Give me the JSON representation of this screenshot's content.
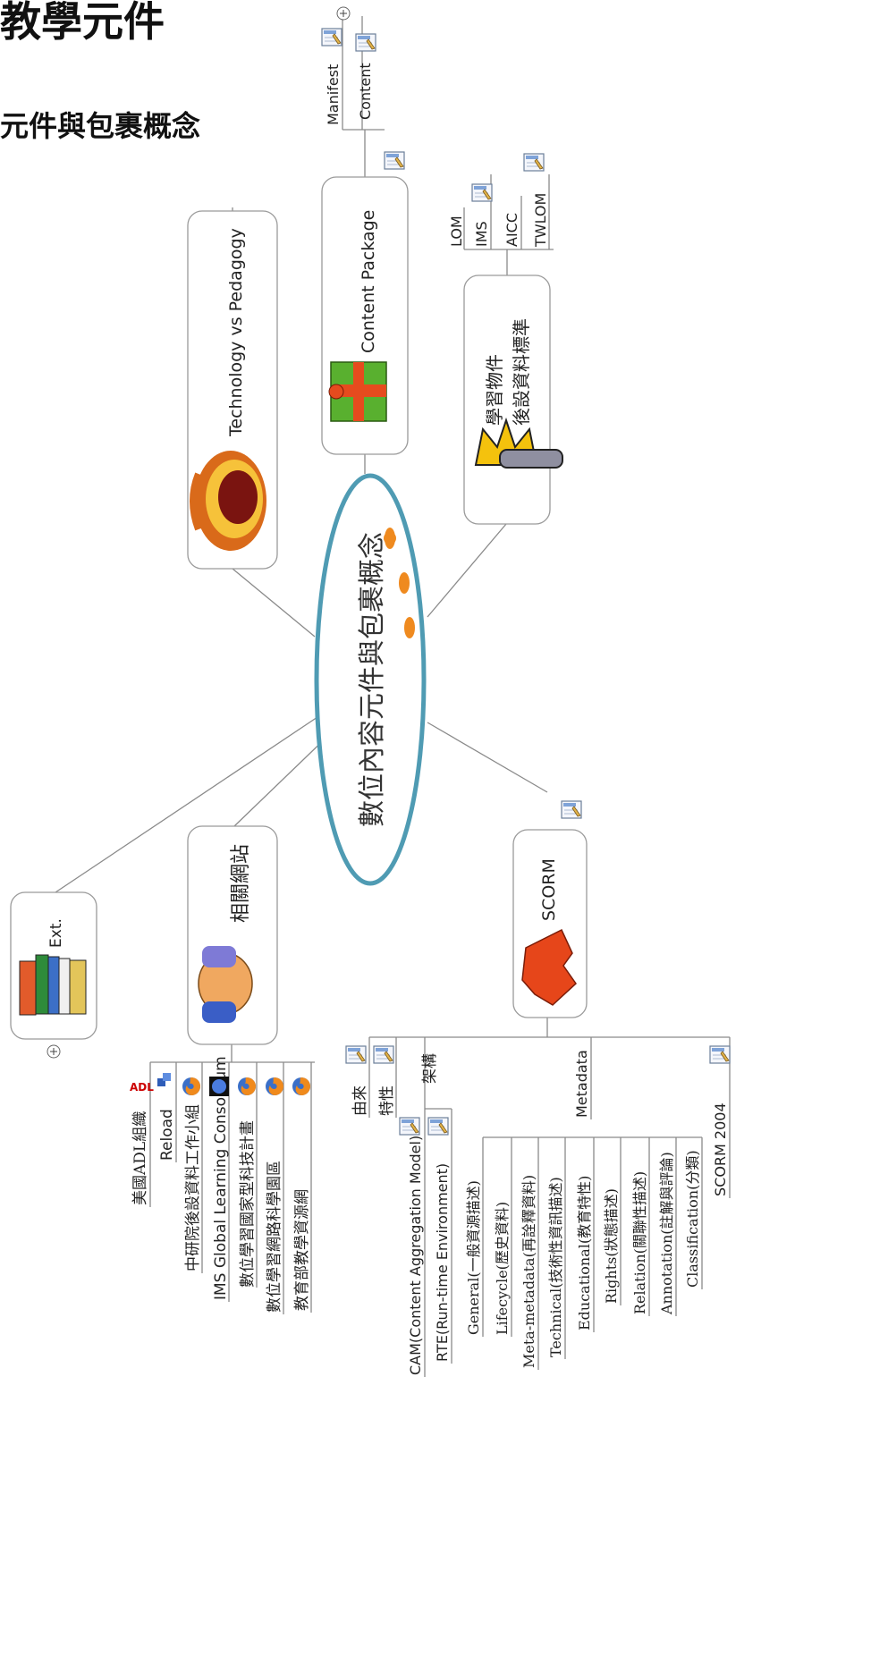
{
  "title": {
    "line1": "數位內容元件與包裹概念",
    "line2": "數位內容元件與包裹概念",
    "visible1": "教學元件",
    "visible2": "元件與包裹概念"
  },
  "center": "數位內容元件與包裹概念",
  "branches": {
    "tech_vs_pedagogy": "Technology vs Pedagogy",
    "content_package": "Content Package",
    "manifest": "Manifest",
    "content": "Content",
    "learning_object_metadata_line1": "學習物件",
    "learning_object_metadata_line2": "後設資料標準",
    "lom": "LOM",
    "ims": "IMS",
    "aicc": "AICC",
    "twlom": "TWLOM",
    "scorm": "SCORM",
    "related_sites": "相關網站",
    "ext": "Ext."
  },
  "related_sites": [
    "美國ADL組織",
    "Reload",
    "中研院後設資料工作小組",
    "IMS Global Learning Consortium",
    "數位學習國家型科技計畫",
    "數位學習網路科學園區",
    "教育部教學資源網"
  ],
  "scorm": {
    "origin": "由來",
    "features": "特性",
    "architecture": "架構",
    "cam": "CAM(Content Aggregation Model)",
    "rte": "RTE(Run-time Environment)",
    "metadata": "Metadata",
    "scorm2004": "SCORM 2004",
    "metadata_items": [
      "General(一般資源描述)",
      "Lifecycle(歷史資料)",
      "Meta-metadata(再詮釋資料)",
      "Technical(技術性資訊描述)",
      "Educational(教育特性)",
      "Rights(狀態描述)",
      "Relation(關聯性描述)",
      "Annotation(註解與評論)",
      "Classification(分類)"
    ]
  },
  "colors": {
    "center_ellipse": "#4f9bb3",
    "bullet": "#ef8a1f",
    "node_border": "#9a9a9a",
    "line": "#8a8a8a"
  },
  "icons": {
    "note": "note-icon",
    "firefox": "firefox-icon",
    "expand": "expand-plus-icon"
  }
}
